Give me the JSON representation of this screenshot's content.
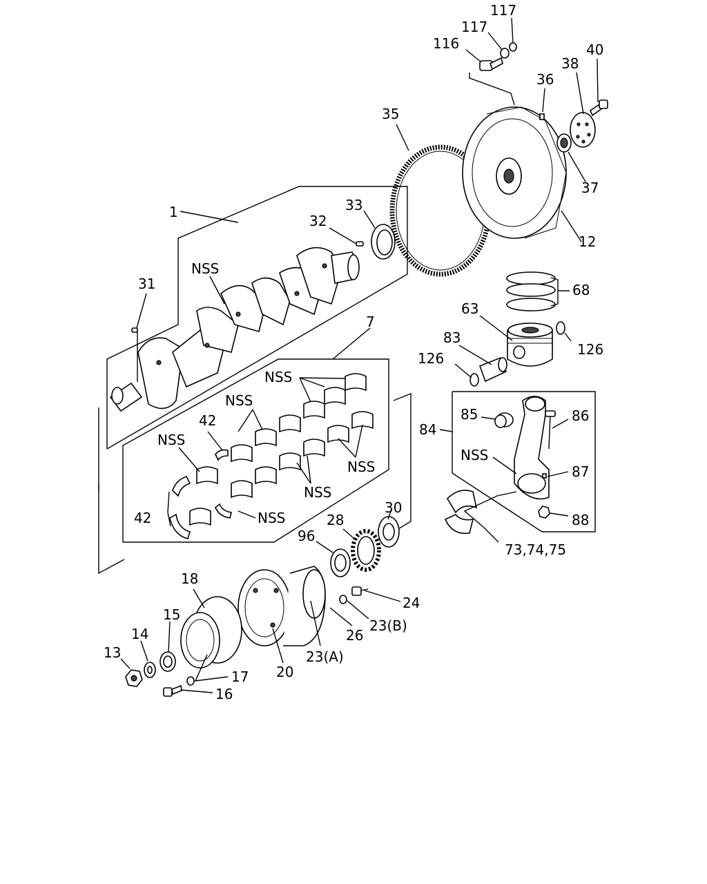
{
  "labels": {
    "p1": "1",
    "p7": "7",
    "p12": "12",
    "p13": "13",
    "p14": "14",
    "p15": "15",
    "p16": "16",
    "p17": "17",
    "p18": "18",
    "p20": "20",
    "p23a": "23(A)",
    "p23b": "23(B)",
    "p24": "24",
    "p26": "26",
    "p28": "28",
    "p30": "30",
    "p31": "31",
    "p32": "32",
    "p33": "33",
    "p35": "35",
    "p36": "36",
    "p37": "37",
    "p38": "38",
    "p40": "40",
    "p42a": "42",
    "p42b": "42",
    "p63": "63",
    "p68": "68",
    "p73": "73,74,75",
    "p83": "83",
    "p84": "84",
    "p85": "85",
    "p86": "86",
    "p87": "87",
    "p88": "88",
    "p96": "96",
    "p116": "116",
    "p117a": "117",
    "p117b": "117",
    "p126a": "126",
    "p126b": "126",
    "nss_crank": "NSS",
    "nss_b1": "NSS",
    "nss_b2": "NSS",
    "nss_b3": "NSS",
    "nss_b4": "NSS",
    "nss_b5": "NSS",
    "nss_b6": "NSS",
    "nss_rod": "NSS"
  }
}
